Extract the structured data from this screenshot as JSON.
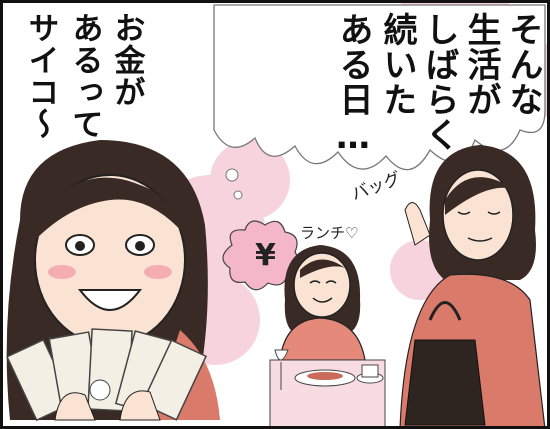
{
  "panel": {
    "narration_lines": [
      "そんな",
      "生活が",
      "しばらく",
      "続いた",
      "ある日…"
    ],
    "speech_lines": [
      "お金が",
      "あるって",
      "サイコ〜"
    ],
    "sfx_bag": "バッグ",
    "sfx_lunch": "ランチ♡",
    "yen_symbol": "¥"
  }
}
